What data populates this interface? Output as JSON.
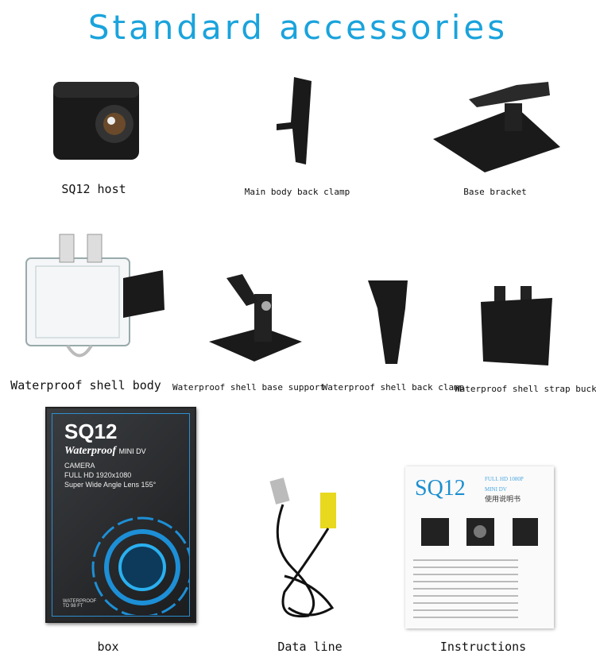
{
  "title": "Standard accessories",
  "items": [
    {
      "label": "SQ12 host"
    },
    {
      "label": "Main body back clamp"
    },
    {
      "label": "Base bracket"
    },
    {
      "label": "Waterproof shell body"
    },
    {
      "label": "Waterproof shell base support"
    },
    {
      "label": "Waterproof shell back clamp"
    },
    {
      "label": "Waterproof shell strap buckle"
    },
    {
      "label": "box"
    },
    {
      "label": "Data line"
    },
    {
      "label": "Instructions"
    }
  ],
  "box_print": {
    "model": "SQ12",
    "waterproof": "Waterproof",
    "mini_dv": "MINI DV",
    "line1": "CAMERA",
    "line2": "FULL HD 1920x1080",
    "line3": "Super Wide Angle Lens 155°",
    "badge": "WATERPROOF TO 98 FT"
  },
  "manual_print": {
    "model": "SQ12",
    "line1": "FULL HD 1080P",
    "line2": "MINI DV",
    "line3": "使用说明书"
  },
  "colors": {
    "title": "#1aa3dc",
    "box_accent": "#2e8ecf"
  }
}
